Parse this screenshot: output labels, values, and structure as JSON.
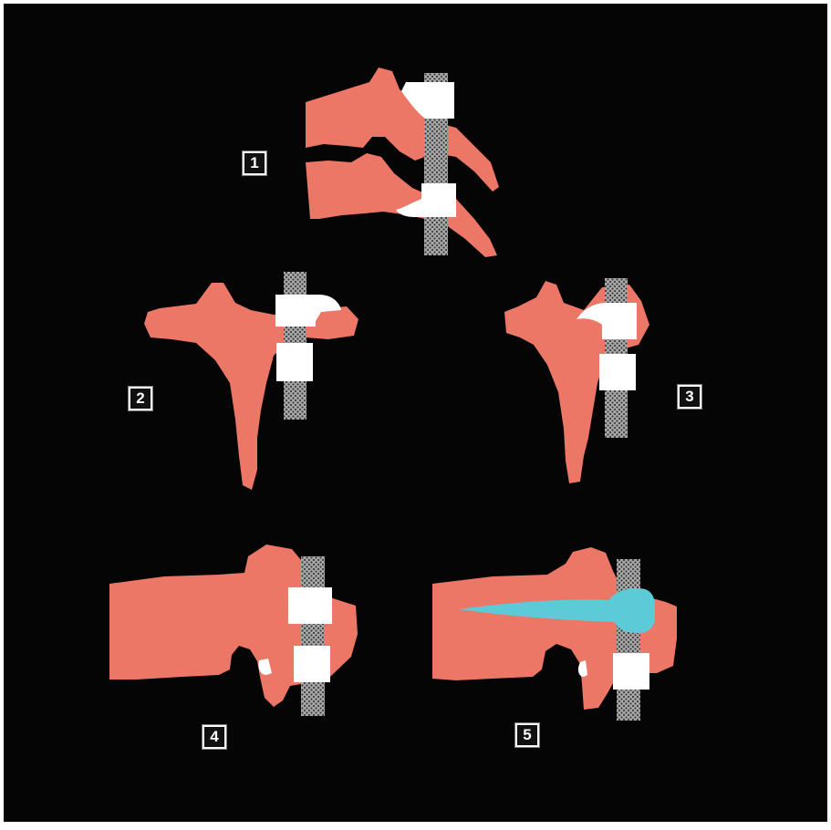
{
  "colors": {
    "background": "#050505",
    "bone": "#ec7766",
    "rod": "#a8a8a8",
    "rod_dots": "#3d3d3d",
    "clamp": "#ffffff",
    "screw": "#5ccbd7"
  },
  "figure": {
    "panels": [
      {
        "label": "1"
      },
      {
        "label": "2"
      },
      {
        "label": "3"
      },
      {
        "label": "4"
      },
      {
        "label": "5"
      }
    ]
  }
}
